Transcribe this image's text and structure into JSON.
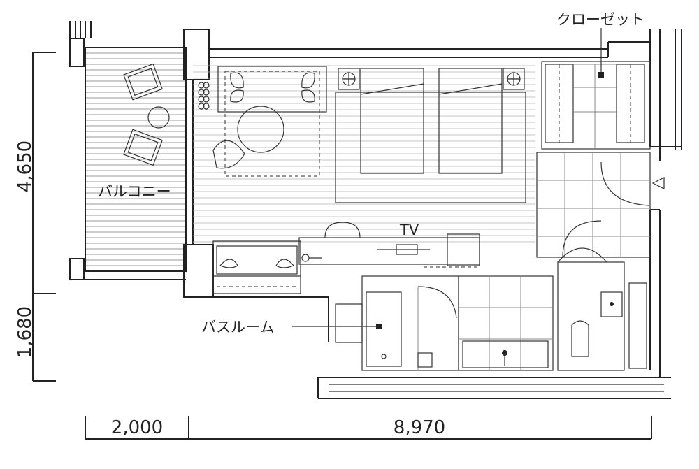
{
  "labels": {
    "closet": "クローゼット",
    "balcony": "バルコニー",
    "bathroom": "バスルーム",
    "tv": "TV"
  },
  "dimensions": {
    "height_upper": "4,650",
    "height_lower": "1,680",
    "width_left": "2,000",
    "width_right": "8,970"
  },
  "colors": {
    "line": "#222222",
    "hatch": "#9a9a9a",
    "background": "#ffffff"
  }
}
